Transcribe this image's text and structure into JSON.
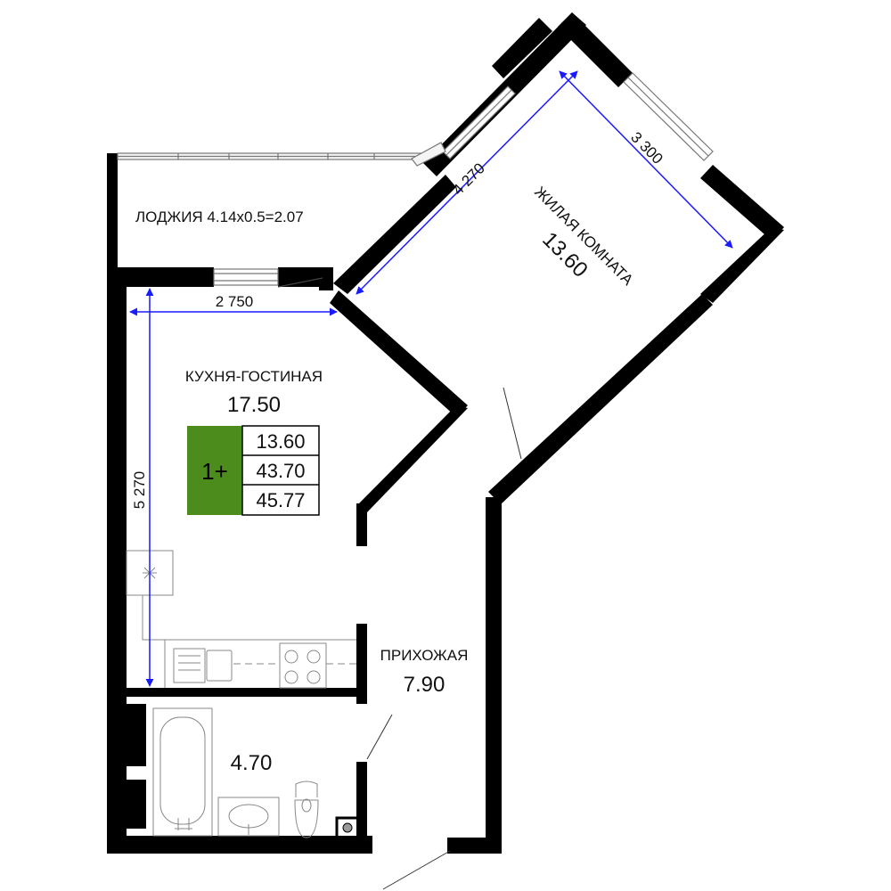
{
  "rooms": {
    "loggia": {
      "label": "ЛОДЖИЯ 4.14x0.5=2.07"
    },
    "living_room": {
      "name": "ЖИЛАЯ КОМНАТА",
      "area": "13.60"
    },
    "kitchen": {
      "name": "КУХНЯ-ГОСТИНАЯ",
      "area": "17.50"
    },
    "hallway": {
      "name": "ПРИХОЖАЯ",
      "area": "7.90"
    },
    "bathroom": {
      "area": "4.70"
    }
  },
  "dimensions": {
    "kitchen_width": "2 750",
    "kitchen_length": "5 270",
    "living_length": "4 270",
    "living_width": "3 300"
  },
  "summary": {
    "type": "1+",
    "living_area": "13.60",
    "total_area": "43.70",
    "total_with_loggia": "45.77"
  },
  "colors": {
    "wall": "#000000",
    "dimension": "#1a1aff",
    "badge": "#4c8c1c"
  }
}
